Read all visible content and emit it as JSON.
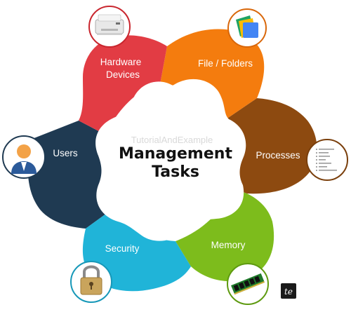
{
  "center": {
    "watermark": "TutorialAndExample",
    "title_line1": "Management",
    "title_line2": "Tasks"
  },
  "segments": [
    {
      "label_lines": [
        "Hardware",
        "Devices"
      ],
      "color": "#e23c44",
      "icon": "printer-icon"
    },
    {
      "label_lines": [
        "File / Folders"
      ],
      "color": "#f47c0e",
      "icon": "file-folder-icon"
    },
    {
      "label_lines": [
        "Processes"
      ],
      "color": "#8d4a10",
      "icon": "process-list-icon"
    },
    {
      "label_lines": [
        "Memory"
      ],
      "color": "#7dbc1c",
      "icon": "ram-module-icon"
    },
    {
      "label_lines": [
        "Security"
      ],
      "color": "#20b4d8",
      "icon": "padlock-icon"
    },
    {
      "label_lines": [
        "Users"
      ],
      "color": "#1f3a52",
      "icon": "user-avatar-icon"
    }
  ],
  "logo": {
    "text": "te"
  }
}
